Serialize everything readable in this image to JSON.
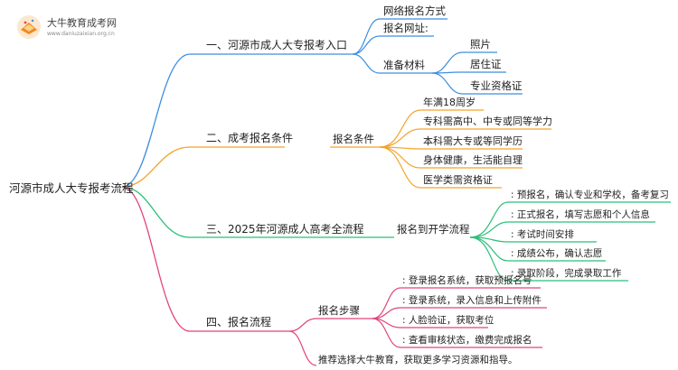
{
  "logo": {
    "name": "大牛教育成考网",
    "url": "www.daniuzaixian.org.cn"
  },
  "root": "河源市成人大专报考流程",
  "colors": {
    "blue": "#3d8ee0",
    "orange": "#f2a42c",
    "green": "#2bbf7a",
    "pink": "#e0457e"
  },
  "branches": {
    "b1": {
      "title": "一、河源市成人大专报考入口",
      "items": [
        "网络报名方式",
        "报名网址:",
        "准备材料"
      ],
      "materials": [
        "照片",
        "居住证",
        "专业资格证"
      ]
    },
    "b2": {
      "title": "二、成考报名条件",
      "sub": "报名条件",
      "items": [
        "年满18周岁",
        "专科需高中、中专或同等学力",
        "本科需大专或等同学历",
        "身体健康，生活能自理",
        "医学类需资格证"
      ]
    },
    "b3": {
      "title": "三、2025年河源成人高考全流程",
      "sub": "报名到开学流程",
      "items": [
        ": 预报名，确认专业和学校，备考复习",
        ": 正式报名，填写志愿和个人信息",
        ": 考试时间安排",
        ": 成绩公布，确认志愿",
        ": 录取阶段，完成录取工作"
      ]
    },
    "b4": {
      "title": "四、报名流程",
      "sub": "报名步骤",
      "items": [
        ": 登录报名系统，获取预报名号",
        ": 登录系统，录入信息和上传附件",
        ": 人脸验证，获取考位",
        ": 查看审核状态，缴费完成报名"
      ],
      "note": "推荐选择大牛教育，获取更多学习资源和指导。"
    }
  }
}
